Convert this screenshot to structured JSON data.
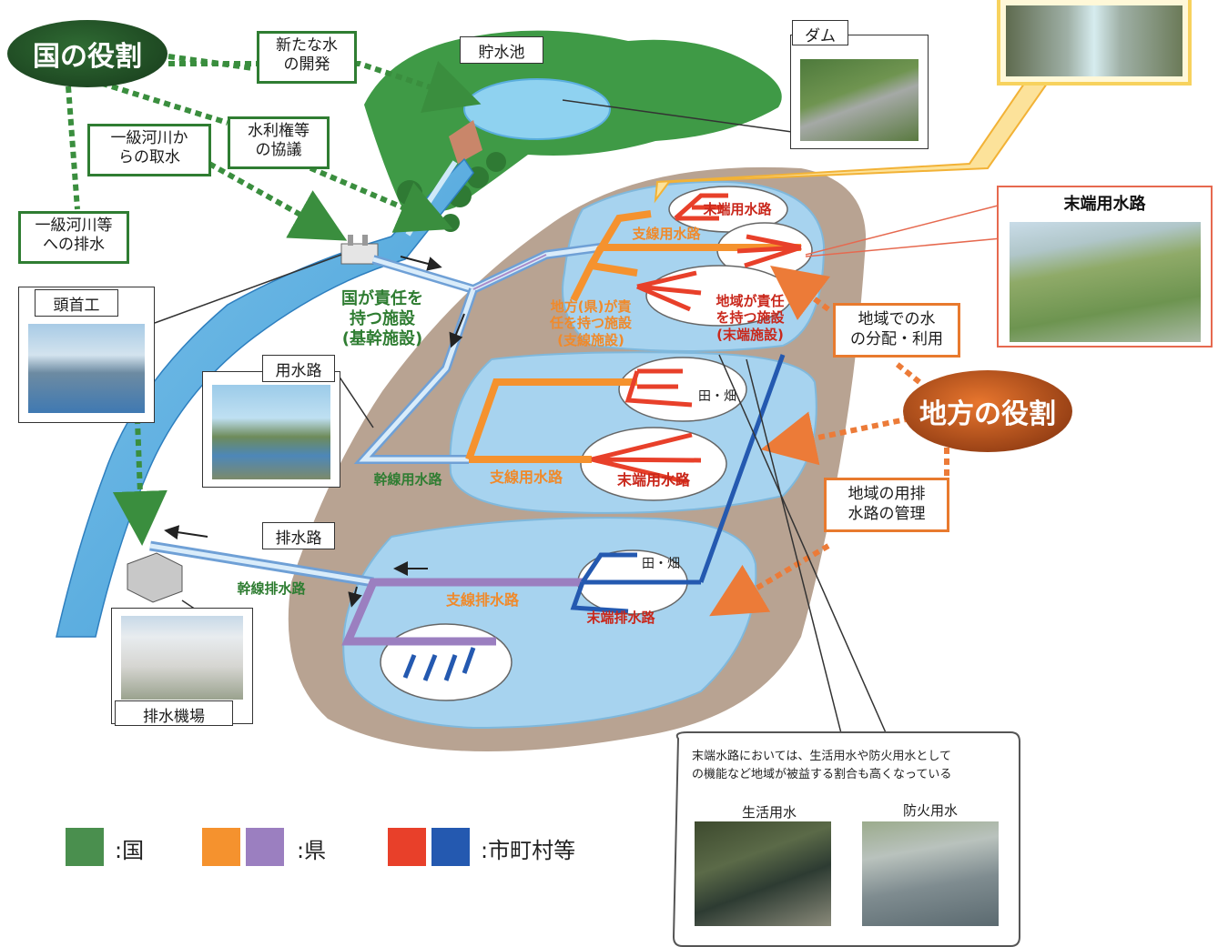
{
  "roles": {
    "national": "国の役割",
    "local": "地方の役割"
  },
  "national_boxes": {
    "new_water": "新たな水\nの開発",
    "water_rights": "水利権等\nの協議",
    "intake": "一級河川か\nらの取水",
    "discharge": "一級河川等\nへの排水"
  },
  "local_boxes": {
    "distribution": "地域での水\nの分配・利用",
    "management": "地域の用排\n水路の管理"
  },
  "photo_labels": {
    "reservoir": "貯水池",
    "dam": "ダム",
    "headworks": "頭首工",
    "canal": "用水路",
    "drain": "排水路",
    "pump_station": "排水機場",
    "terminal_canal": "末端用水路"
  },
  "diagram_labels": {
    "national_facility": "国が責任を\n持つ施設\n(基幹施設)",
    "prefecture_facility": "地方(県)が責\n任を持つ施設\n(支線施設)",
    "local_facility": "地域が責任\nを持つ施設\n(末端施設)",
    "trunk_canal": "幹線用水路",
    "branch_canal_top": "支線用水路",
    "branch_canal_mid": "支線用水路",
    "terminal_canal_top": "末端用水路",
    "terminal_canal_mid": "末端用水路",
    "field_mid": "田・畑",
    "field_low": "田・畑",
    "trunk_drain": "幹線排水路",
    "branch_drain": "支線排水路",
    "terminal_drain": "末端排水路"
  },
  "callout": {
    "text": "末端水路においては、生活用水や防火用水として\nの機能など地域が被益する割合も高くなっている",
    "photo1_label": "生活用水",
    "photo2_label": "防火用水"
  },
  "legend": [
    {
      "colors": [
        "#4a8f4e"
      ],
      "label": ":国"
    },
    {
      "colors": [
        "#f5922e",
        "#9b7fc0"
      ],
      "label": ":県"
    },
    {
      "colors": [
        "#e8402a",
        "#2459b0"
      ],
      "label": ":市町村等"
    }
  ],
  "colors": {
    "national": "#2f7d32",
    "prefecture_canal": "#f5922e",
    "prefecture_drain": "#9b7fc0",
    "municipal_canal": "#e8402a",
    "municipal_drain": "#2459b0"
  }
}
